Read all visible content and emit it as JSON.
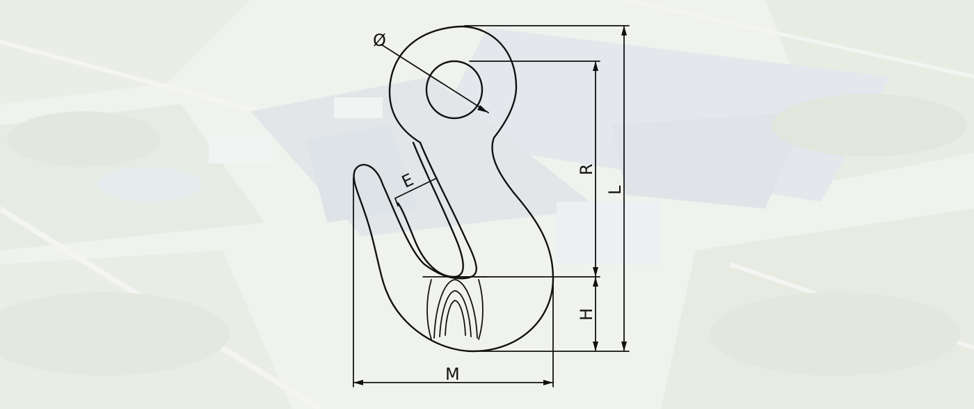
{
  "diagram": {
    "labels": {
      "diameter": "Ø",
      "throat": "E",
      "reach": "R",
      "length": "L",
      "height": "H",
      "width": "M"
    },
    "colors": {
      "line": "#111111",
      "background": "#e9ece6"
    }
  }
}
